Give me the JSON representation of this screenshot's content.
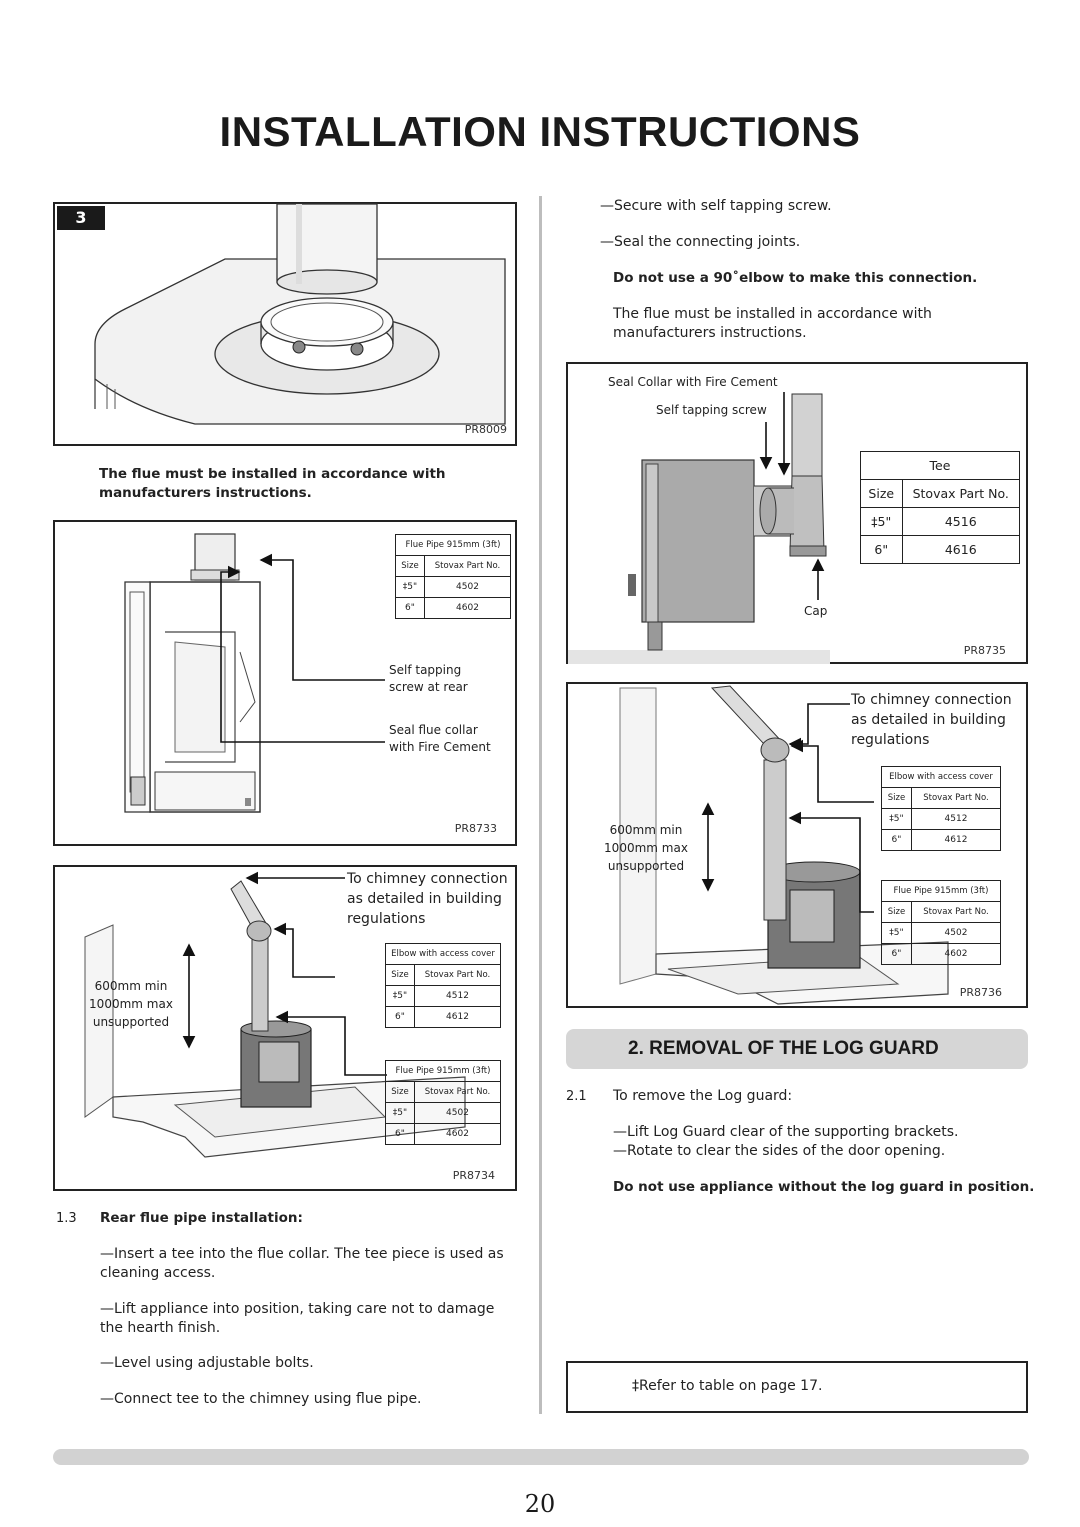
{
  "page": {
    "title": "INSTALLATION INSTRUCTIONS",
    "number": "20"
  },
  "fig3": {
    "badge": "3",
    "code": "PR8009"
  },
  "left_note": "The flue must be installed in accordance with manufacturers instructions.",
  "fig_pr8733": {
    "code": "PR8733",
    "table_title": "Flue Pipe 915mm (3ft)",
    "headers": [
      "Size",
      "Stovax Part No."
    ],
    "rows": [
      [
        "‡5\"",
        "4502"
      ],
      [
        "6\"",
        "4602"
      ]
    ],
    "label_screw": "Self tapping screw at rear",
    "label_collar": "Seal flue collar with Fire Cement"
  },
  "fig_pr8734": {
    "code": "PR8734",
    "chimney_label": "To chimney connection as detailed in building regulations",
    "length_label": "600mm min 1000mm max unsupported",
    "elbow_title": "Elbow with access cover",
    "elbow_headers": [
      "Size",
      "Stovax Part No."
    ],
    "elbow_rows": [
      [
        "‡5\"",
        "4512"
      ],
      [
        "6\"",
        "4612"
      ]
    ],
    "pipe_title": "Flue Pipe 915mm (3ft)",
    "pipe_headers": [
      "Size",
      "Stovax Part No."
    ],
    "pipe_rows": [
      [
        "‡5\"",
        "4502"
      ],
      [
        "6\"",
        "4602"
      ]
    ]
  },
  "section_1_3": {
    "number": "1.3",
    "heading": "Rear flue pipe installation:",
    "steps": [
      "—Insert a tee into the flue collar. The tee piece is used as cleaning access.",
      "—Lift appliance into position, taking care not to damage the hearth finish.",
      "—Level using adjustable bolts.",
      "—Connect tee to the chimney using flue pipe."
    ]
  },
  "right_top": {
    "step1": "—Secure with self tapping screw.",
    "step2": "—Seal the connecting joints.",
    "warning": "Do not use a 90˚elbow to make this connection.",
    "note": "The flue must be installed in accordance with manufacturers instructions."
  },
  "fig_pr8735": {
    "code": "PR8735",
    "label_collar": "Seal Collar with Fire Cement",
    "label_screw": "Self tapping screw",
    "label_cap": "Cap",
    "tee_title": "Tee",
    "tee_headers": [
      "Size",
      "Stovax Part No."
    ],
    "tee_rows": [
      [
        "‡5\"",
        "4516"
      ],
      [
        "6\"",
        "4616"
      ]
    ]
  },
  "fig_pr8736": {
    "code": "PR8736",
    "chimney_label": "To chimney connection as detailed in building regulations",
    "length_label": "600mm min 1000mm max unsupported",
    "elbow_title": "Elbow with access cover",
    "elbow_headers": [
      "Size",
      "Stovax Part No."
    ],
    "elbow_rows": [
      [
        "‡5\"",
        "4512"
      ],
      [
        "6\"",
        "4612"
      ]
    ],
    "pipe_title": "Flue Pipe 915mm (3ft)",
    "pipe_headers": [
      "Size",
      "Stovax Part No."
    ],
    "pipe_rows": [
      [
        "‡5\"",
        "4502"
      ],
      [
        "6\"",
        "4602"
      ]
    ]
  },
  "section_2": {
    "heading": "2. REMOVAL OF THE LOG GUARD",
    "sub_number": "2.1",
    "sub_text": "To remove the Log guard:",
    "step1": "—Lift Log Guard clear of the supporting brackets.",
    "step2": "—Rotate to clear the sides of the door opening.",
    "warning": "Do not use appliance without the log guard in position."
  },
  "footnote": "‡Refer to table on page 17."
}
